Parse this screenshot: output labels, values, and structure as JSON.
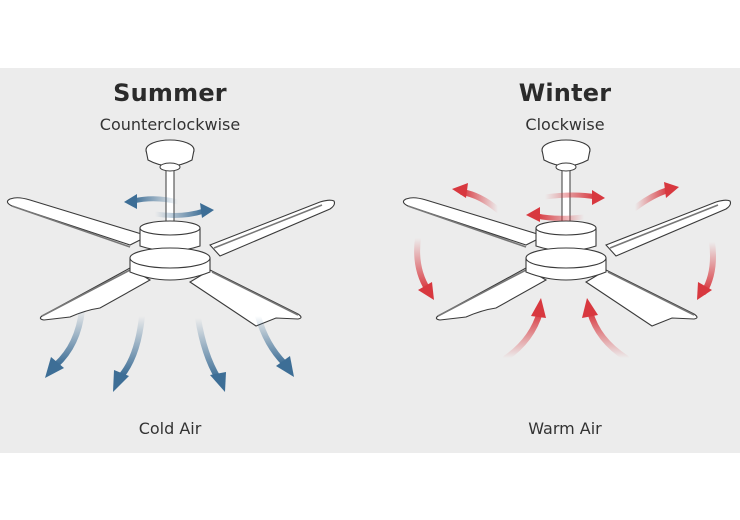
{
  "summer": {
    "title": "Summer",
    "rotation": "Counterclockwise",
    "air_label": "Cold Air",
    "arrow_color": "#3d6e96"
  },
  "winter": {
    "title": "Winter",
    "rotation": "Clockwise",
    "air_label": "Warm Air",
    "arrow_color": "#d8383f"
  },
  "colors": {
    "panel_background": "#ececec",
    "page_background": "#ffffff"
  }
}
